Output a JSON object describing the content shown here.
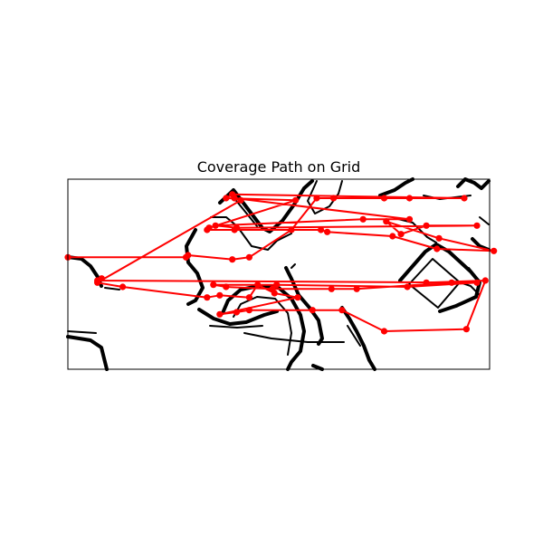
{
  "chart_data": {
    "type": "line",
    "title": "Coverage Path on Grid",
    "xlabel": "",
    "ylabel": "",
    "xlim": [
      0,
      100
    ],
    "ylim": [
      0,
      45
    ],
    "y_inverted": true,
    "axis_ticks_visible": false,
    "grid": false,
    "background": "occupancy grid map (black walls on white)",
    "series": [
      {
        "color": "#ff0000",
        "marker": "circle",
        "points": [
          [
            0,
            18.5
          ],
          [
            28,
            18.5
          ],
          [
            28.5,
            18
          ],
          [
            39,
            19
          ],
          [
            43,
            18.5
          ],
          [
            53,
            12
          ],
          [
            59,
            4.5
          ],
          [
            63,
            4.5
          ],
          [
            75,
            4.5
          ],
          [
            81,
            4.5
          ],
          [
            94,
            4.5
          ],
          [
            39,
            3.6
          ],
          [
            37.5,
            4.5
          ],
          [
            54,
            5
          ],
          [
            33.5,
            11.5
          ],
          [
            33,
            12
          ],
          [
            39.5,
            12
          ],
          [
            60,
            12
          ],
          [
            61.5,
            12.5
          ],
          [
            77,
            13.5
          ],
          [
            87.5,
            16.5
          ],
          [
            101,
            17
          ],
          [
            88,
            14
          ],
          [
            75.5,
            10
          ],
          [
            79,
            13
          ],
          [
            85,
            11
          ],
          [
            97,
            11
          ],
          [
            40,
            11.5
          ],
          [
            35,
            11
          ],
          [
            70,
            9.5
          ],
          [
            81,
            9.5
          ],
          [
            39.5,
            4.5
          ],
          [
            41,
            5
          ],
          [
            7,
            24.5
          ],
          [
            13,
            25.5
          ],
          [
            33,
            28
          ],
          [
            36,
            27.5
          ],
          [
            43,
            28
          ],
          [
            45,
            25
          ],
          [
            49,
            27
          ],
          [
            54.5,
            28
          ],
          [
            36,
            32
          ],
          [
            40,
            31.5
          ],
          [
            43,
            31
          ],
          [
            58,
            31
          ],
          [
            65,
            31
          ],
          [
            75,
            36
          ],
          [
            94.5,
            35.5
          ],
          [
            99,
            24
          ],
          [
            85,
            24.5
          ],
          [
            91,
            24.5
          ],
          [
            68.5,
            26
          ],
          [
            62.5,
            26
          ],
          [
            48.5,
            26
          ],
          [
            37.5,
            25.5
          ],
          [
            34.5,
            25
          ],
          [
            49.5,
            25
          ],
          [
            80.5,
            25.5
          ],
          [
            97,
            24.5
          ],
          [
            7,
            24
          ],
          [
            8,
            23.5
          ]
        ]
      }
    ]
  }
}
